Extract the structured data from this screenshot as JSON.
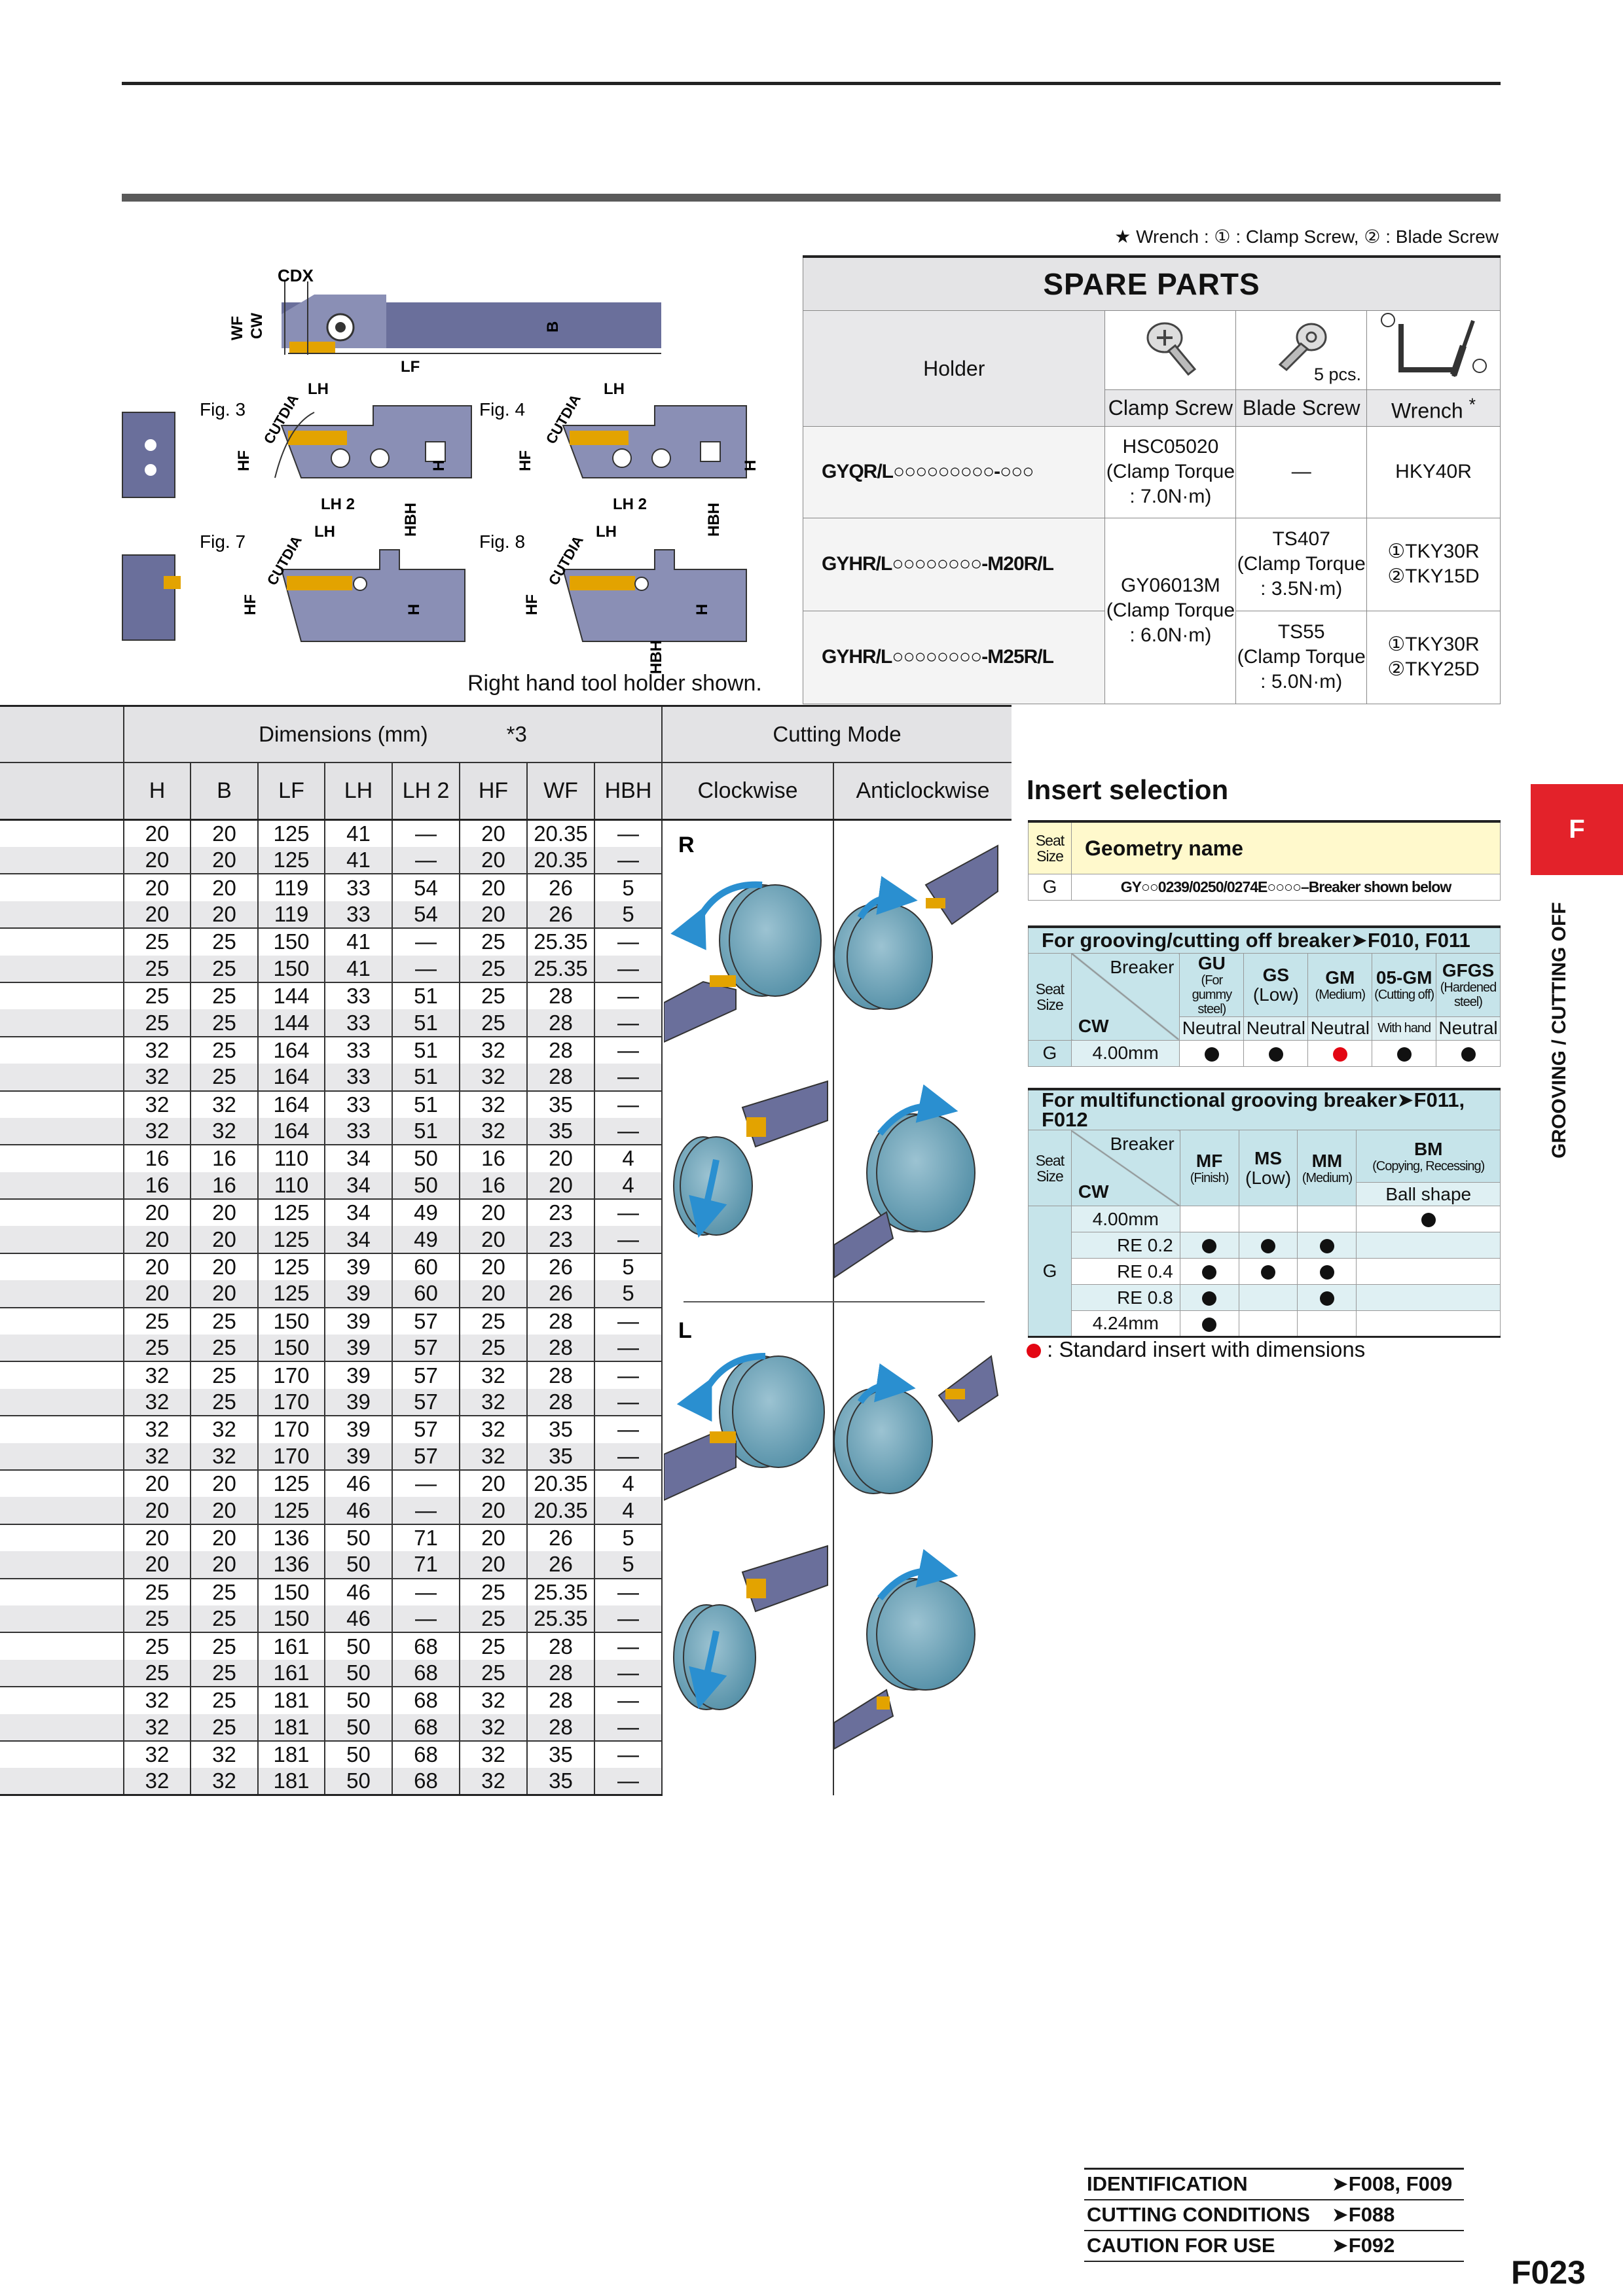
{
  "wrench_note": "★ Wrench : ① : Clamp Screw, ② : Blade Screw",
  "spare_parts": {
    "title": "SPARE PARTS",
    "holder_label": "Holder",
    "pcs_note": "5 pcs.",
    "columns": [
      "Clamp Screw",
      "Blade Screw",
      "Wrench"
    ],
    "wrench_star": "*",
    "rows": [
      {
        "holder": "GYQR/L○○○○○○○○○-○○○",
        "clamp": "HSC05020",
        "clamp_torque": "(Clamp Torque",
        "clamp_torque2": ": 7.0N·m)",
        "blade": "—",
        "wrench": "HKY40R"
      },
      {
        "holder": "GYHR/L○○○○○○○○-M20R/L",
        "clamp": "GY06013M",
        "clamp_torque": "(Clamp Torque",
        "clamp_torque2": ": 6.0N·m)",
        "blade": "TS407",
        "blade_torque": "(Clamp Torque",
        "blade_torque2": ": 3.5N·m)",
        "wrench": "①TKY30R",
        "wrench2": "②TKY15D"
      },
      {
        "holder": "GYHR/L○○○○○○○○-M25R/L",
        "blade": "TS55",
        "blade_torque": "(Clamp Torque",
        "blade_torque2": ": 5.0N·m)",
        "wrench": "①TKY30R",
        "wrench2": "②TKY25D"
      }
    ]
  },
  "figures": {
    "fig3": "Fig. 3",
    "fig4": "Fig. 4",
    "fig7": "Fig. 7",
    "fig8": "Fig. 8",
    "note": "Right hand tool holder shown.",
    "labels": {
      "cdx": "CDX",
      "wf": "WF",
      "cw": "CW",
      "b": "B",
      "lf": "LF",
      "lh": "LH",
      "lh2": "LH 2",
      "hf": "HF",
      "h": "H",
      "hbh": "HBH",
      "cutdia": "CUTDIA"
    }
  },
  "dims_table": {
    "group_label": "Dimensions (mm)",
    "note_mark": "*3",
    "cutting_mode": "Cutting Mode",
    "columns": [
      "H",
      "B",
      "LF",
      "LH",
      "LH 2",
      "HF",
      "WF",
      "HBH"
    ],
    "mode_columns": [
      "Clockwise",
      "Anticlockwise"
    ],
    "mode_r": "R",
    "mode_l": "L",
    "rows": [
      [
        "20",
        "20",
        "125",
        "41",
        "—",
        "20",
        "20.35",
        "—"
      ],
      [
        "20",
        "20",
        "125",
        "41",
        "—",
        "20",
        "20.35",
        "—"
      ],
      [
        "20",
        "20",
        "119",
        "33",
        "54",
        "20",
        "26",
        "5"
      ],
      [
        "20",
        "20",
        "119",
        "33",
        "54",
        "20",
        "26",
        "5"
      ],
      [
        "25",
        "25",
        "150",
        "41",
        "—",
        "25",
        "25.35",
        "—"
      ],
      [
        "25",
        "25",
        "150",
        "41",
        "—",
        "25",
        "25.35",
        "—"
      ],
      [
        "25",
        "25",
        "144",
        "33",
        "51",
        "25",
        "28",
        "—"
      ],
      [
        "25",
        "25",
        "144",
        "33",
        "51",
        "25",
        "28",
        "—"
      ],
      [
        "32",
        "25",
        "164",
        "33",
        "51",
        "32",
        "28",
        "—"
      ],
      [
        "32",
        "25",
        "164",
        "33",
        "51",
        "32",
        "28",
        "—"
      ],
      [
        "32",
        "32",
        "164",
        "33",
        "51",
        "32",
        "35",
        "—"
      ],
      [
        "32",
        "32",
        "164",
        "33",
        "51",
        "32",
        "35",
        "—"
      ],
      [
        "16",
        "16",
        "110",
        "34",
        "50",
        "16",
        "20",
        "4"
      ],
      [
        "16",
        "16",
        "110",
        "34",
        "50",
        "16",
        "20",
        "4"
      ],
      [
        "20",
        "20",
        "125",
        "34",
        "49",
        "20",
        "23",
        "—"
      ],
      [
        "20",
        "20",
        "125",
        "34",
        "49",
        "20",
        "23",
        "—"
      ],
      [
        "20",
        "20",
        "125",
        "39",
        "60",
        "20",
        "26",
        "5"
      ],
      [
        "20",
        "20",
        "125",
        "39",
        "60",
        "20",
        "26",
        "5"
      ],
      [
        "25",
        "25",
        "150",
        "39",
        "57",
        "25",
        "28",
        "—"
      ],
      [
        "25",
        "25",
        "150",
        "39",
        "57",
        "25",
        "28",
        "—"
      ],
      [
        "32",
        "25",
        "170",
        "39",
        "57",
        "32",
        "28",
        "—"
      ],
      [
        "32",
        "25",
        "170",
        "39",
        "57",
        "32",
        "28",
        "—"
      ],
      [
        "32",
        "32",
        "170",
        "39",
        "57",
        "32",
        "35",
        "—"
      ],
      [
        "32",
        "32",
        "170",
        "39",
        "57",
        "32",
        "35",
        "—"
      ],
      [
        "20",
        "20",
        "125",
        "46",
        "—",
        "20",
        "20.35",
        "4"
      ],
      [
        "20",
        "20",
        "125",
        "46",
        "—",
        "20",
        "20.35",
        "4"
      ],
      [
        "20",
        "20",
        "136",
        "50",
        "71",
        "20",
        "26",
        "5"
      ],
      [
        "20",
        "20",
        "136",
        "50",
        "71",
        "20",
        "26",
        "5"
      ],
      [
        "25",
        "25",
        "150",
        "46",
        "—",
        "25",
        "25.35",
        "—"
      ],
      [
        "25",
        "25",
        "150",
        "46",
        "—",
        "25",
        "25.35",
        "—"
      ],
      [
        "25",
        "25",
        "161",
        "50",
        "68",
        "25",
        "28",
        "—"
      ],
      [
        "25",
        "25",
        "161",
        "50",
        "68",
        "25",
        "28",
        "—"
      ],
      [
        "32",
        "25",
        "181",
        "50",
        "68",
        "32",
        "28",
        "—"
      ],
      [
        "32",
        "25",
        "181",
        "50",
        "68",
        "32",
        "28",
        "—"
      ],
      [
        "32",
        "32",
        "181",
        "50",
        "68",
        "32",
        "35",
        "—"
      ],
      [
        "32",
        "32",
        "181",
        "50",
        "68",
        "32",
        "35",
        "—"
      ]
    ]
  },
  "insert_selection": {
    "title": "Insert selection",
    "seat_size": "Seat Size",
    "geometry_name": "Geometry name",
    "seat_g": "G",
    "geometry_value": "GY○○0239/0250/0274E○○○○–Breaker shown below",
    "grooving": {
      "header": "For grooving/cutting off breaker➤F010, F011",
      "breaker": "Breaker",
      "cw": "CW",
      "cols": [
        {
          "code": "GU",
          "desc": "(For gummy steel)",
          "type": "Neutral"
        },
        {
          "code": "GS",
          "desc": "(Low)",
          "type": "Neutral"
        },
        {
          "code": "GM",
          "desc": "(Medium)",
          "type": "Neutral"
        },
        {
          "code": "05-GM",
          "desc": "(Cutting off)",
          "type": "With hand"
        },
        {
          "code": "GFGS",
          "desc": "(Hardened steel)",
          "type": "Neutral"
        }
      ],
      "row_cw": "4.00mm"
    },
    "multi": {
      "header": "For multifunctional grooving breaker➤F011, F012",
      "breaker": "Breaker",
      "cw": "CW",
      "cols": [
        {
          "code": "MF",
          "desc": "(Finish)"
        },
        {
          "code": "MS",
          "desc": "(Low)"
        },
        {
          "code": "MM",
          "desc": "(Medium)"
        },
        {
          "code": "BM",
          "desc": "(Copying, Recessing)"
        }
      ],
      "ball": "Ball shape",
      "rows": [
        "4.00mm",
        "RE 0.2",
        "RE 0.4",
        "RE 0.8",
        "4.24mm"
      ]
    },
    "legend": ": Standard insert with dimensions"
  },
  "side_tab": {
    "letter": "F",
    "text": "GROOVING / CUTTING OFF"
  },
  "refs": [
    {
      "label": "IDENTIFICATION",
      "page": "➤F008, F009"
    },
    {
      "label": "CUTTING CONDITIONS",
      "page": "➤F088"
    },
    {
      "label": "CAUTION FOR USE",
      "page": "➤F092"
    }
  ],
  "page_number": "F023",
  "colors": {
    "accent_red": "#e3222a",
    "insert_gold": "#e3a300",
    "holder_blue": "#6a6f9b",
    "arrow_blue": "#2a8fd0",
    "breaker_cyan": "#c6e4ea",
    "seat_yellow": "#fff9cc"
  }
}
